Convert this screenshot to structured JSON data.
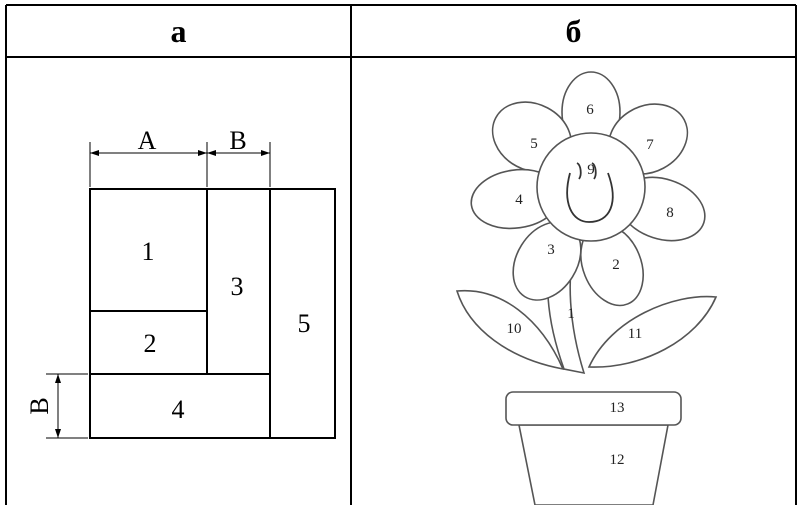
{
  "table": {
    "col_a_header": "а",
    "col_b_header": "б"
  },
  "scheme_a": {
    "dim_labels": [
      "A",
      "B",
      "B"
    ],
    "region_labels": [
      "1",
      "2",
      "3",
      "4",
      "5"
    ]
  },
  "scheme_b": {
    "part_labels": [
      "1",
      "2",
      "3",
      "4",
      "5",
      "6",
      "7",
      "8",
      "9",
      "10",
      "11",
      "12",
      "13"
    ]
  }
}
